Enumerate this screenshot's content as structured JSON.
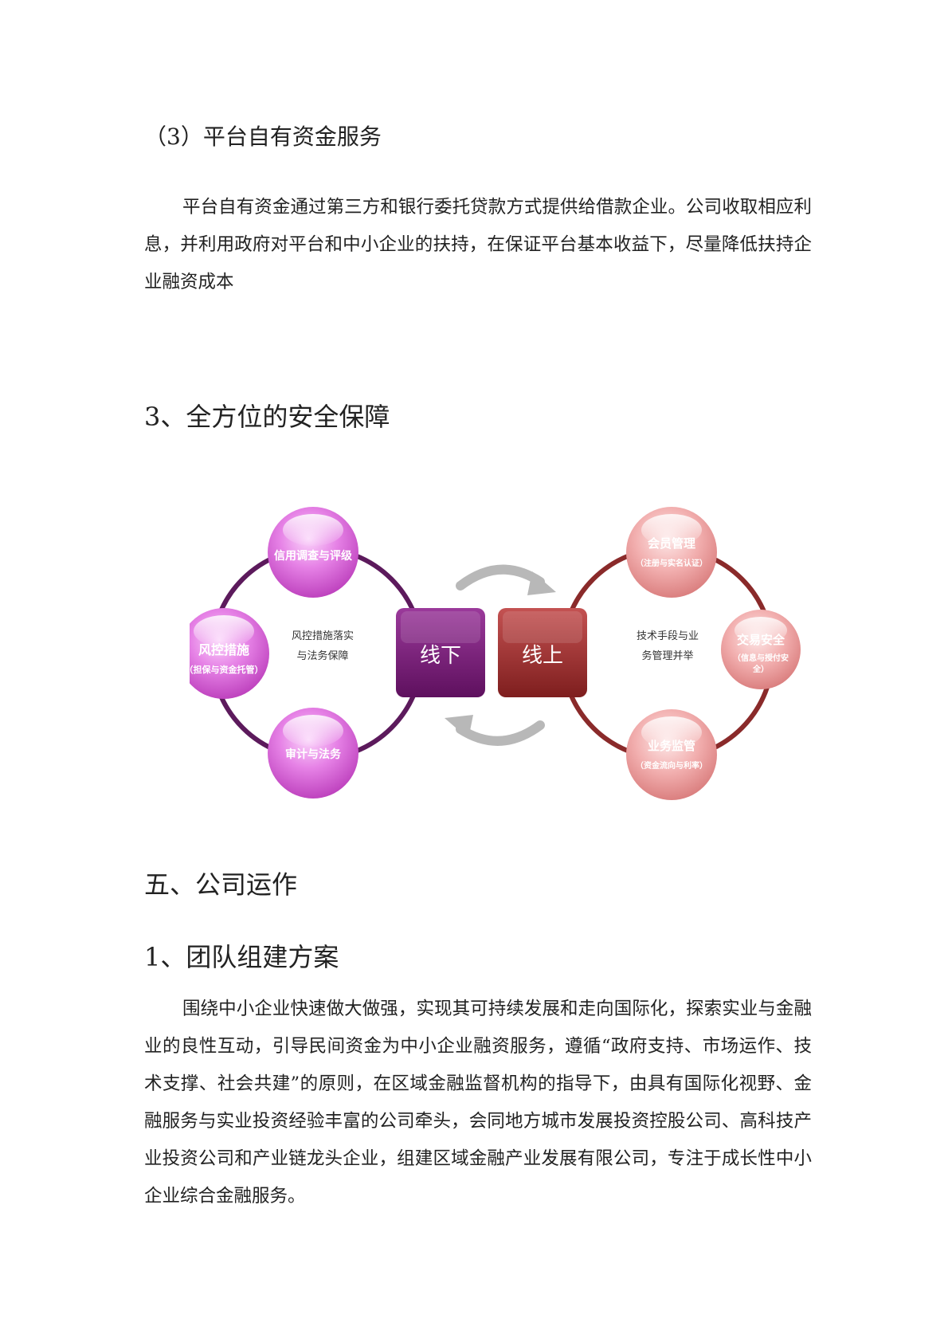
{
  "section_3": {
    "heading": "（3）平台自有资金服务",
    "paragraph": "平台自有资金通过第三方和银行委托贷款方式提供给借款企业。公司收取相应利息，并利用政府对平台和中小企业的扶持，在保证平台基本收益下，尽量降低扶持企业融资成本"
  },
  "security": {
    "heading": "3、全方位的安全保障"
  },
  "diagram": {
    "offline": {
      "box_label": "线下",
      "center_line1": "风控措施落实",
      "center_line2": "与法务保障",
      "bubbles": [
        {
          "title": "信用调查与评级",
          "sub": ""
        },
        {
          "title": "风控措施",
          "sub": "（担保与资金托管）"
        },
        {
          "title": "审计与法务",
          "sub": ""
        }
      ]
    },
    "online": {
      "box_label": "线上",
      "center_line1": "技术手段与业",
      "center_line2": "务管理并举",
      "bubbles": [
        {
          "title": "会员管理",
          "sub": "（注册与实名认证）"
        },
        {
          "title": "交易安全",
          "sub": "（信息与授付安全）",
          "sub_line1": "（信息与授付安",
          "sub_line2": "全）"
        },
        {
          "title": "业务监管",
          "sub": "（资金流向与利率）"
        }
      ]
    },
    "colors": {
      "offline_ring": "#5c1a5c",
      "offline_bubble": "#e078e0",
      "offline_box": "#7a1f7a",
      "online_ring": "#8a2a2a",
      "online_bubble": "#f0a8a8",
      "online_box": "#a83232",
      "arrow": "#b8b8b8"
    }
  },
  "chapter_5": {
    "heading": "五、公司运作",
    "team": {
      "heading": "1、团队组建方案",
      "paragraph": "围绕中小企业快速做大做强，实现其可持续发展和走向国际化，探索实业与金融业的良性互动，引导民间资金为中小企业融资服务，遵循“政府支持、市场运作、技术支撑、社会共建”的原则，在区域金融监督机构的指导下，由具有国际化视野、金融服务与实业投资经验丰富的公司牵头，会同地方城市发展投资控股公司、高科技产业投资公司和产业链龙头企业，组建区域金融产业发展有限公司，专注于成长性中小企业综合金融服务。"
    }
  }
}
